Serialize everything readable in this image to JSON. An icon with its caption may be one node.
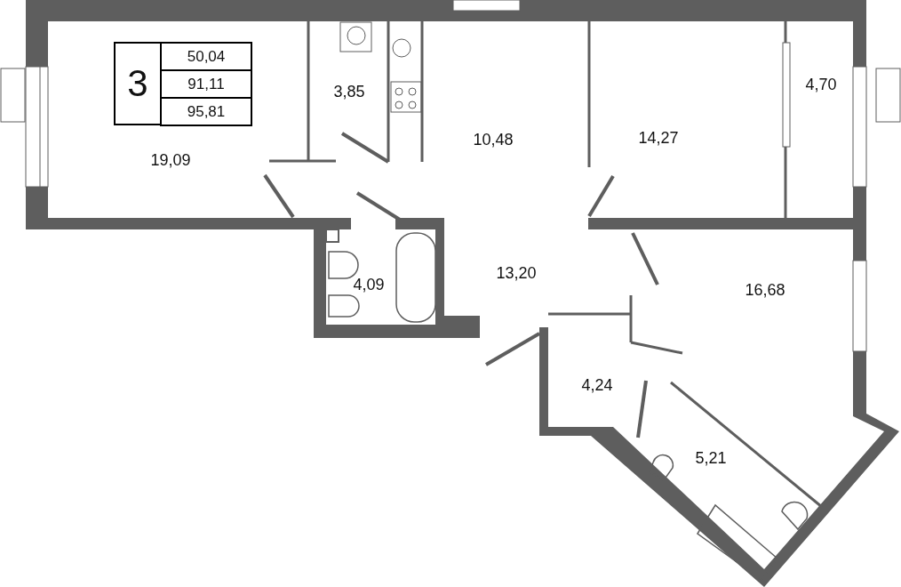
{
  "diagram": {
    "labels": [
      "3",
      "50,04",
      "91,11",
      "95,81",
      "19,09",
      "3,85",
      "10,48",
      "14,27",
      "4,70",
      "4,09",
      "13,20",
      "16,68",
      "4,24",
      "5,21"
    ]
  }
}
